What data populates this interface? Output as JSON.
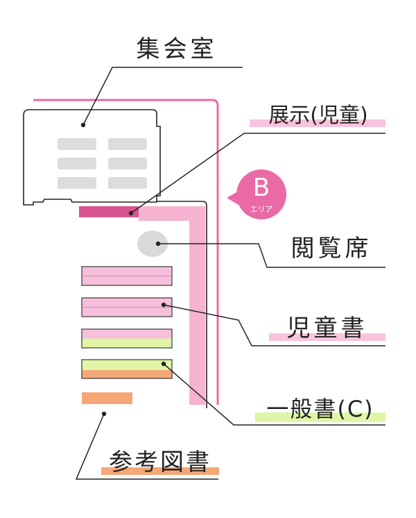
{
  "labels": {
    "meeting_room": "集会室",
    "exhibit_children": "展示(児童)",
    "reading_seat": "閲覧席",
    "childrens_books": "児童書",
    "general_books": "一般書(C)",
    "reference_books": "参考図書"
  },
  "area_badge": {
    "letter": "B",
    "caption": "エリア"
  },
  "colors": {
    "wall_pink": "#e96aa6",
    "corridor_pink": "#f6b3d1",
    "exhibit_magenta": "#d8558f",
    "shelf_pink": "#f8bfdc",
    "shelf_green": "#e1f5a6",
    "shelf_orange": "#f4a877",
    "seat_gray": "#d9d9d9",
    "table_gray": "#dcdcdc",
    "label_green": "#dff5a8",
    "label_orange": "#f4a877",
    "label_pink": "#f8c3dd"
  }
}
